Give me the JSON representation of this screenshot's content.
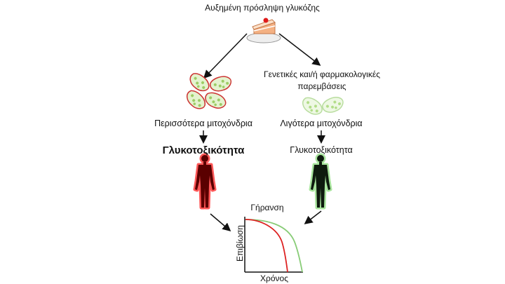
{
  "top_caption": "Αυξημένη πρόσληψη γλυκόζης",
  "right_caption": {
    "line1": "Γενετικές και/ή φαρμακολογικές",
    "line2": "παρεμβάσεις"
  },
  "left_branch": {
    "mito_label": "Περισσότερα μιτοχόνδρια",
    "toxicity_label": "Γλυκοτοξικότητα",
    "body_color": "#cc1111"
  },
  "right_branch": {
    "mito_label": "Λιγότερα μιτοχόνδρια",
    "toxicity_label": "Γλυκοτοξικότητα",
    "body_color": "#55bb44"
  },
  "survival_plot": {
    "title": "Γήρανση",
    "ylabel": "Επιβίωση",
    "xlabel": "Χρόνος",
    "series": [
      {
        "color": "#dd2222"
      },
      {
        "color": "#88cc77"
      }
    ]
  },
  "icons": {
    "food": "cake-slice-icon",
    "mitochondrion": "mitochondrion-icon",
    "human": "human-silhouette-icon"
  }
}
